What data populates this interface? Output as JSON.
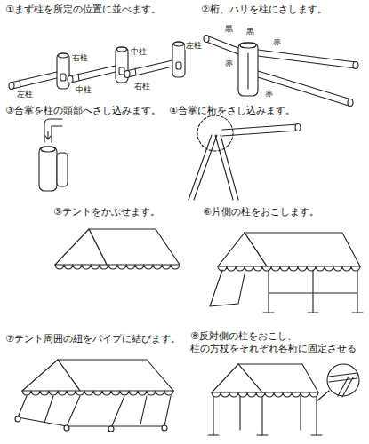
{
  "diagram": {
    "labels": [
      "①まず柱を所定の位置に並べます。",
      "②桁、ハリを柱にさします。",
      "右柱",
      "左柱",
      "中柱",
      "中柱",
      "左柱",
      "右柱",
      "黒",
      "黒",
      "赤",
      "赤",
      "赤",
      "③合掌を柱の頭部へさし込みます。",
      "④合掌に桁をさし込みます。",
      "⑤テントをかぶせます。",
      "⑥片側の柱をおこします。",
      "⑦テント周囲の紐をパイプに結びます。",
      "⑧反対側の柱をおこし、 柱の方杖をそれぞれ各桁に固定させる"
    ]
  }
}
